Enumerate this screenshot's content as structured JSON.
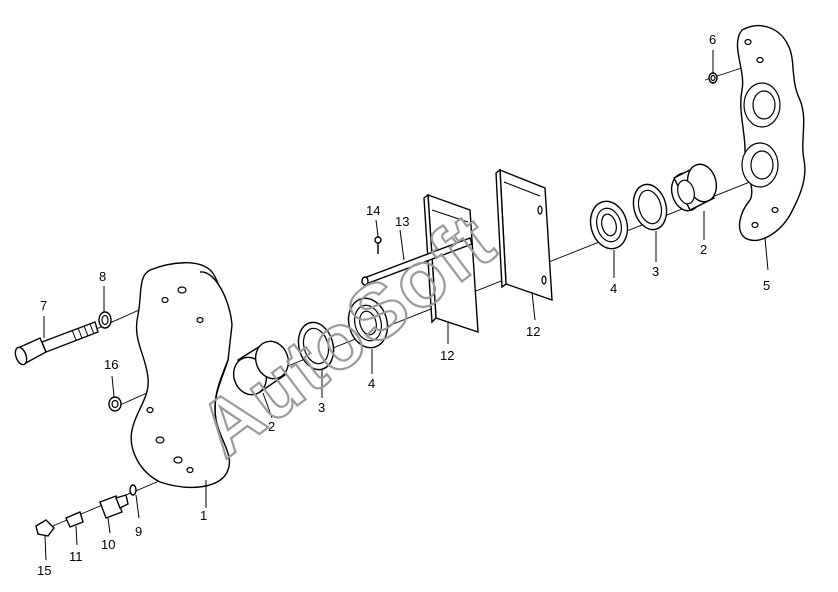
{
  "watermark": "AutoSoft",
  "callouts": [
    {
      "id": "1"
    },
    {
      "id": "2a",
      "text": "2"
    },
    {
      "id": "2b",
      "text": "2"
    },
    {
      "id": "3a",
      "text": "3"
    },
    {
      "id": "3b",
      "text": "3"
    },
    {
      "id": "4a",
      "text": "4"
    },
    {
      "id": "4b",
      "text": "4"
    },
    {
      "id": "5"
    },
    {
      "id": "6"
    },
    {
      "id": "7"
    },
    {
      "id": "8"
    },
    {
      "id": "9"
    },
    {
      "id": "10"
    },
    {
      "id": "11"
    },
    {
      "id": "12a",
      "text": "12"
    },
    {
      "id": "12b",
      "text": "12"
    },
    {
      "id": "13"
    },
    {
      "id": "14"
    },
    {
      "id": "15"
    },
    {
      "id": "16"
    }
  ],
  "labels": {
    "l1": "1",
    "l2a": "2",
    "l2b": "2",
    "l3a": "3",
    "l3b": "3",
    "l4a": "4",
    "l4b": "4",
    "l5": "5",
    "l6": "6",
    "l7": "7",
    "l8": "8",
    "l9": "9",
    "l10": "10",
    "l11": "11",
    "l12a": "12",
    "l12b": "12",
    "l13": "13",
    "l14": "14",
    "l15": "15",
    "l16": "16"
  }
}
